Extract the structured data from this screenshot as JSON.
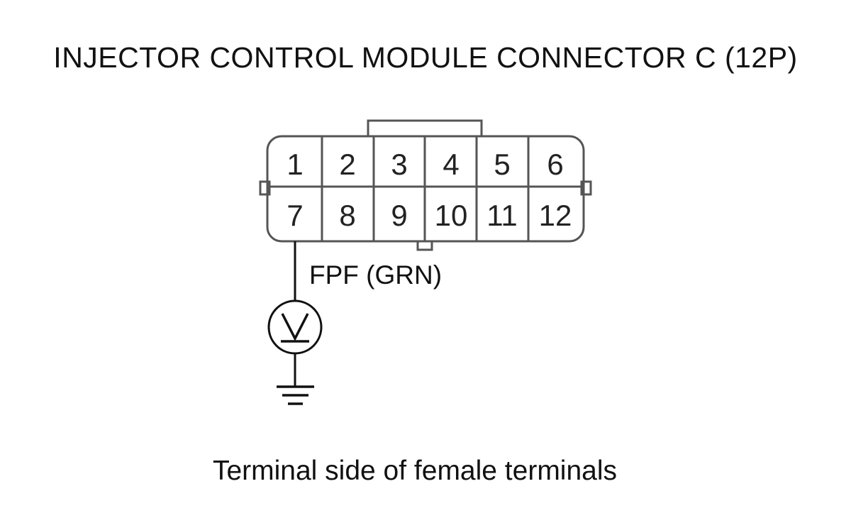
{
  "title": "INJECTOR CONTROL MODULE CONNECTOR C (12P)",
  "caption": "Terminal side of female terminals",
  "connector": {
    "rows": [
      [
        "1",
        "2",
        "3",
        "4",
        "5",
        "6"
      ],
      [
        "7",
        "8",
        "9",
        "10",
        "11",
        "12"
      ]
    ]
  },
  "wire": {
    "label": "FPF (GRN)",
    "terminal": "7"
  },
  "meter": {
    "symbol": "V",
    "icon": "voltmeter-icon"
  },
  "ground": {
    "icon": "ground-icon"
  }
}
